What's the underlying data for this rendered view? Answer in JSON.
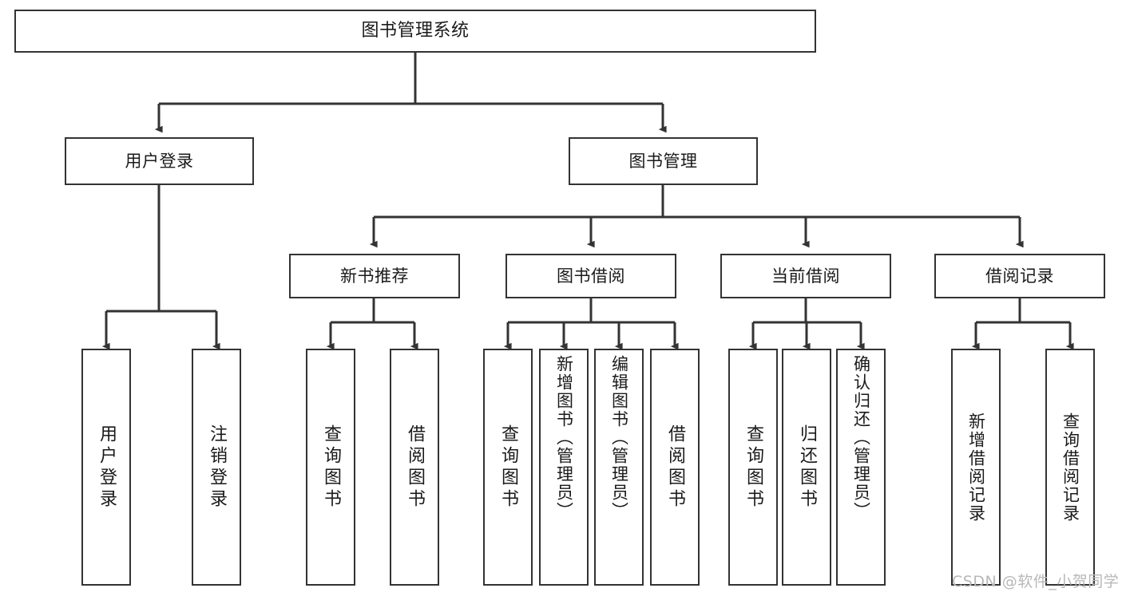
{
  "diagram": {
    "title": "图书管理系统",
    "type": "tree",
    "background_color": "#ffffff",
    "node_border_color": "#333333",
    "node_fill_color": "#ffffff",
    "edge_color": "#333333",
    "nodes": {
      "root": {
        "label": "图书管理系统"
      },
      "level1": [
        {
          "id": "user-login",
          "label": "用户登录"
        },
        {
          "id": "book-management",
          "label": "图书管理"
        }
      ],
      "level2": [
        {
          "id": "new-book-recommend",
          "label": "新书推荐"
        },
        {
          "id": "book-borrow",
          "label": "图书借阅"
        },
        {
          "id": "current-borrow",
          "label": "当前借阅"
        },
        {
          "id": "borrow-record",
          "label": "借阅记录"
        }
      ],
      "leaves": {
        "user_login": [
          {
            "id": "leaf-user-login",
            "label": "用户登录"
          },
          {
            "id": "leaf-logout-login",
            "label": "注销登录"
          }
        ],
        "new_book_recommend": [
          {
            "id": "leaf-query-book-1",
            "label": "查询图书"
          },
          {
            "id": "leaf-borrow-book-1",
            "label": "借阅图书"
          }
        ],
        "book_borrow": [
          {
            "id": "leaf-query-book-2",
            "label": "查询图书"
          },
          {
            "id": "leaf-add-book",
            "label": "新增图书（管理员）"
          },
          {
            "id": "leaf-edit-book",
            "label": "编辑图书（管理员）"
          },
          {
            "id": "leaf-borrow-book-2",
            "label": "借阅图书"
          }
        ],
        "current_borrow": [
          {
            "id": "leaf-query-book-3",
            "label": "查询图书"
          },
          {
            "id": "leaf-return-book",
            "label": "归还图书"
          },
          {
            "id": "leaf-confirm-return",
            "label": "确认归还（管理员）"
          }
        ],
        "borrow_record": [
          {
            "id": "leaf-add-record",
            "label": "新增借阅记录"
          },
          {
            "id": "leaf-query-record",
            "label": "查询借阅记录"
          }
        ]
      }
    },
    "watermark": "CSDN @软件_小贺同学"
  }
}
